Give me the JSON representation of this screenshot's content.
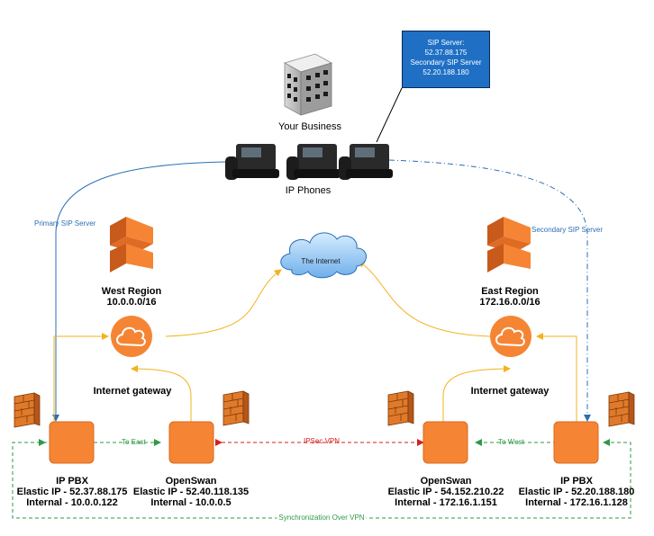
{
  "business": {
    "label": "Your Business"
  },
  "phones": {
    "label": "IP Phones"
  },
  "callout": {
    "line1": "SIP Server:",
    "line2": "52.37.88.175",
    "line3": "Secondary SIP Server",
    "line4": "52.20.188.180"
  },
  "internet": {
    "label": "The Internet"
  },
  "links": {
    "primary_sip": "Primary SIP Server",
    "secondary_sip": "Secondary SIP Server",
    "to_east": "To East",
    "to_west": "To West",
    "ipsec": "IPSec VPN",
    "sync": "Synchronization Over VPN"
  },
  "west": {
    "region_name": "West Region",
    "region_cidr": "10.0.0.0/16",
    "gateway": "Internet gateway",
    "pbx": {
      "title": "IP PBX",
      "elastic": "Elastic IP - 52.37.88.175",
      "internal": "Internal - 10.0.0.122"
    },
    "openswan": {
      "title": "OpenSwan",
      "elastic": "Elastic IP - 52.40.118.135",
      "internal": "Internal - 10.0.0.5"
    }
  },
  "east": {
    "region_name": "East Region",
    "region_cidr": "172.16.0.0/16",
    "gateway": "Internet gateway",
    "openswan": {
      "title": "OpenSwan",
      "elastic": "Elastic IP - 54.152.210.22",
      "internal": "Internal - 172.16.1.151"
    },
    "pbx": {
      "title": "IP PBX",
      "elastic": "Elastic IP - 52.20.188.180",
      "internal": "Internal - 172.16.1.128"
    }
  },
  "colors": {
    "aws_orange": "#f58534",
    "sip_blue": "#2a6fb5",
    "vpn_green": "#2e9a47",
    "ipsec_red": "#d42020",
    "internet_yellow": "#f2b31d",
    "callout_blue": "#1f6fc4"
  }
}
